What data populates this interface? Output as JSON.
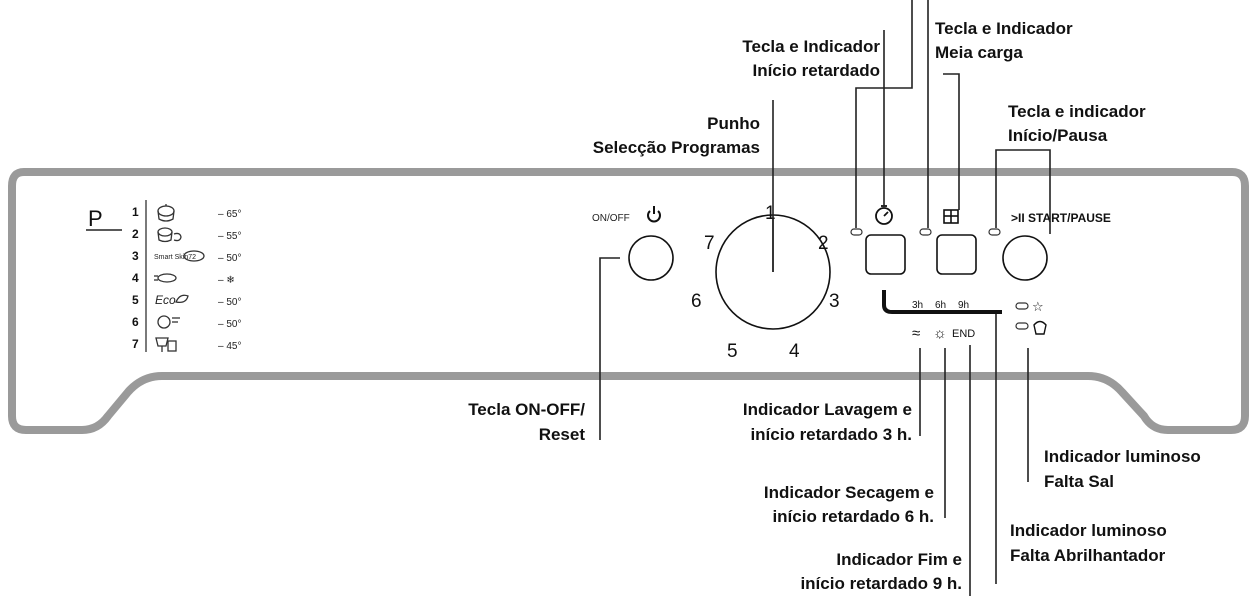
{
  "panel": {
    "program_letter": "P",
    "programs": [
      {
        "num": "1",
        "icon": "pot-icon",
        "temp": "– 65°"
      },
      {
        "num": "2",
        "icon": "pot-and-cup-icon",
        "temp": "– 55°"
      },
      {
        "num": "3",
        "label": "Smart Skin72",
        "icon": "smart-wash-icon",
        "temp": "– 50°"
      },
      {
        "num": "4",
        "icon": "prewash-icon",
        "temp": "– ❄"
      },
      {
        "num": "5",
        "label": "Eco",
        "icon": "eco-leaf-icon",
        "temp": "– 50°"
      },
      {
        "num": "6",
        "icon": "rapid-icon",
        "temp": "– 50°"
      },
      {
        "num": "7",
        "icon": "glass-icon",
        "temp": "– 45°"
      }
    ],
    "on_off_label": "ON/OFF",
    "dial_numbers": [
      "1",
      "2",
      "3",
      "4",
      "5",
      "6",
      "7"
    ],
    "start_pause_label": ">II START/PAUSE",
    "delay_hours": [
      "3h",
      "6h",
      "9h"
    ],
    "end_label": "END"
  },
  "callouts": {
    "delay_start_key": [
      "Tecla e Indicador",
      "Início retardado"
    ],
    "half_load_key": [
      "Tecla e Indicador",
      "Meia carga"
    ],
    "start_pause_key": [
      "Tecla e indicador",
      "Início/Pausa"
    ],
    "program_knob": [
      "Punho",
      "Selecção Programas"
    ],
    "on_off_key": [
      "Tecla ON-OFF/",
      "Reset"
    ],
    "wash_indicator": [
      "Indicador Lavagem e",
      "início retardado 3 h."
    ],
    "dry_indicator": [
      "Indicador Secagem e",
      "início retardado 6 h."
    ],
    "end_indicator": [
      "Indicador Fim e",
      "início retardado 9 h."
    ],
    "salt_indicator": [
      "Indicador luminoso",
      "Falta Sal"
    ],
    "rinse_aid_indicator": [
      "Indicador luminoso",
      "Falta Abrilhantador"
    ]
  },
  "colors": {
    "line": "#222222",
    "panel_border": "#9a9a9a",
    "background": "#ffffff"
  }
}
